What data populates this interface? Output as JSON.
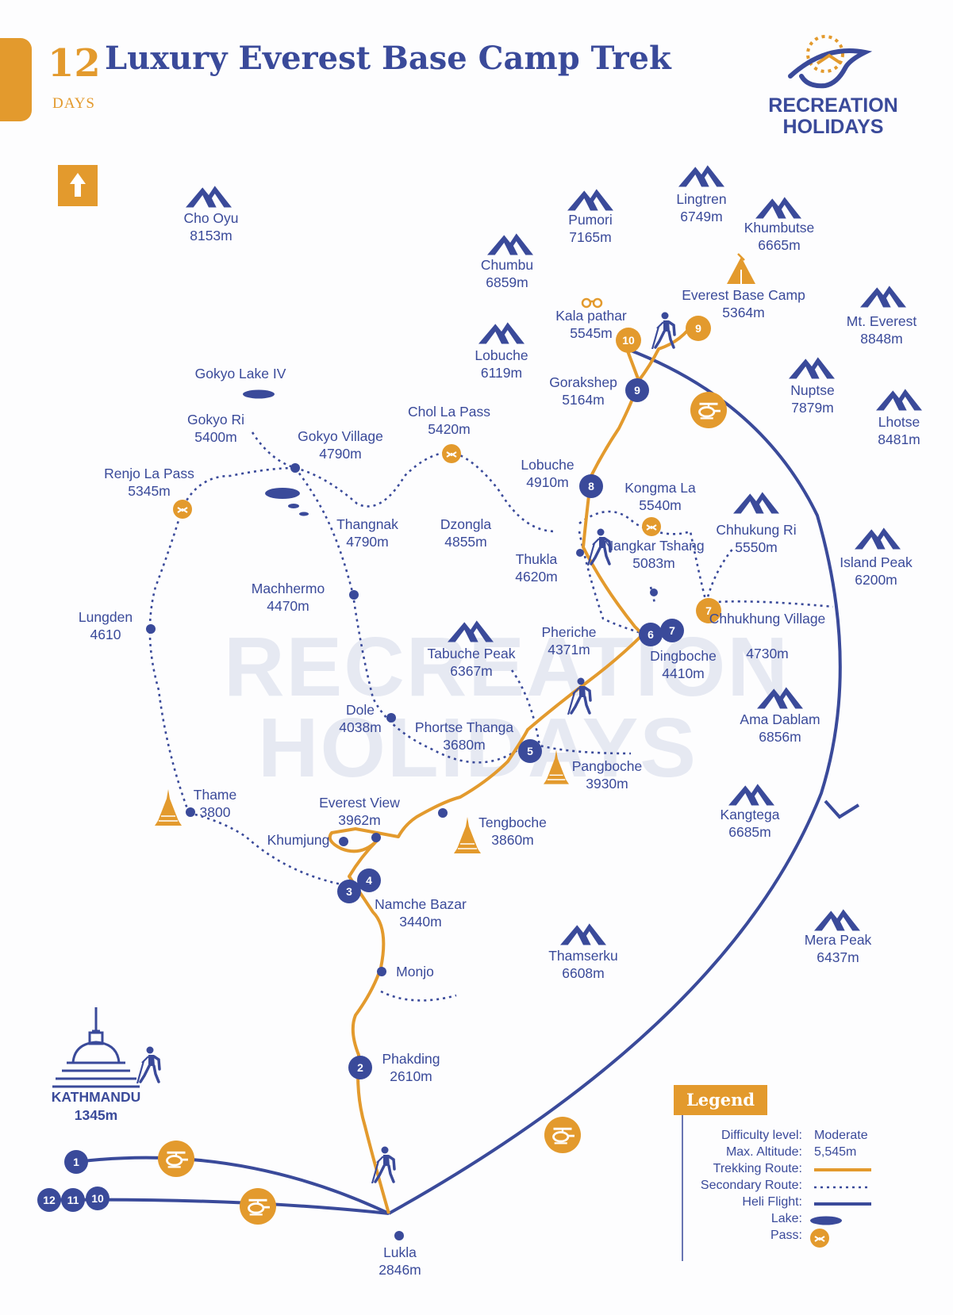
{
  "header": {
    "days_number": "12",
    "days_label": "DAYS",
    "title": "Luxury Everest Base Camp Trek",
    "brand_line1": "RECREATION",
    "brand_line2": "HOLIDAYS"
  },
  "watermark": {
    "line1": "RECREATION",
    "line2": "HOLIDAYS"
  },
  "colors": {
    "orange": "#e39a2d",
    "blue": "#3a4a9a",
    "watermark": "#e6e9f2"
  },
  "icons": [
    "north-arrow-icon",
    "mountain-icon",
    "binoculars-icon",
    "tent-icon",
    "pass-icon",
    "helicopter-icon",
    "hiker-icon",
    "monastery-icon",
    "stupa-icon"
  ],
  "peaks": [
    {
      "id": "cho-oyu",
      "name": "Cho Oyu",
      "alt": "8153m"
    },
    {
      "id": "pumori",
      "name": "Pumori",
      "alt": "7165m"
    },
    {
      "id": "lingtren",
      "name": "Lingtren",
      "alt": "6749m"
    },
    {
      "id": "khumbutse",
      "name": "Khumbutse",
      "alt": "6665m"
    },
    {
      "id": "chumbu",
      "name": "Chumbu",
      "alt": "6859m"
    },
    {
      "id": "mt-everest",
      "name": "Mt. Everest",
      "alt": "8848m"
    },
    {
      "id": "lobuche-peak",
      "name": "Lobuche",
      "alt": "6119m"
    },
    {
      "id": "nuptse",
      "name": "Nuptse",
      "alt": "7879m"
    },
    {
      "id": "lhotse",
      "name": "Lhotse",
      "alt": "8481m"
    },
    {
      "id": "chhukung-ri",
      "name": "Chhukung Ri",
      "alt": "5550m"
    },
    {
      "id": "island-peak",
      "name": "Island Peak",
      "alt": "6200m"
    },
    {
      "id": "tabuche-peak",
      "name": "Tabuche Peak",
      "alt": "6367m"
    },
    {
      "id": "ama-dablam",
      "name": "Ama Dablam",
      "alt": "6856m"
    },
    {
      "id": "kangtega",
      "name": "Kangtega",
      "alt": "6685m"
    },
    {
      "id": "thamserku",
      "name": "Thamserku",
      "alt": "6608m"
    },
    {
      "id": "mera-peak",
      "name": "Mera Peak",
      "alt": "6437m"
    }
  ],
  "places": [
    {
      "id": "everest-base-camp",
      "name": "Everest Base Camp",
      "alt": "5364m"
    },
    {
      "id": "kala-pathar",
      "name": "Kala pathar",
      "alt": "5545m"
    },
    {
      "id": "gorakshep",
      "name": "Gorakshep",
      "alt": "5164m"
    },
    {
      "id": "gokyo-lake-iv",
      "name": "Gokyo Lake IV",
      "alt": ""
    },
    {
      "id": "gokyo-ri",
      "name": "Gokyo Ri",
      "alt": "5400m"
    },
    {
      "id": "gokyo-village",
      "name": "Gokyo Village",
      "alt": "4790m"
    },
    {
      "id": "chol-la-pass",
      "name": "Chol La Pass",
      "alt": "5420m"
    },
    {
      "id": "renjo-la-pass",
      "name": "Renjo La Pass",
      "alt": "5345m"
    },
    {
      "id": "lobuche",
      "name": "Lobuche",
      "alt": "4910m"
    },
    {
      "id": "kongma-la",
      "name": "Kongma La",
      "alt": "5540m"
    },
    {
      "id": "thangnak",
      "name": "Thangnak",
      "alt": "4790m"
    },
    {
      "id": "dzongla",
      "name": "Dzongla",
      "alt": "4855m"
    },
    {
      "id": "thukla",
      "name": "Thukla",
      "alt": "4620m"
    },
    {
      "id": "nangkar-tshang",
      "name": "Nangkar Tshang",
      "alt": "5083m"
    },
    {
      "id": "machhermo",
      "name": "Machhermo",
      "alt": "4470m"
    },
    {
      "id": "lungden",
      "name": "Lungden",
      "alt": "4610"
    },
    {
      "id": "chhukhung-village",
      "name": "Chhukhung Village",
      "alt": "4730m"
    },
    {
      "id": "pheriche",
      "name": "Pheriche",
      "alt": "4371m"
    },
    {
      "id": "dingboche",
      "name": "Dingboche",
      "alt": "4410m"
    },
    {
      "id": "dole",
      "name": "Dole",
      "alt": "4038m"
    },
    {
      "id": "phortse-thanga",
      "name": "Phortse Thanga",
      "alt": "3680m"
    },
    {
      "id": "pangboche",
      "name": "Pangboche",
      "alt": "3930m"
    },
    {
      "id": "thame",
      "name": "Thame",
      "alt": "3800"
    },
    {
      "id": "everest-view",
      "name": "Everest View",
      "alt": "3962m"
    },
    {
      "id": "tengboche",
      "name": "Tengboche",
      "alt": "3860m"
    },
    {
      "id": "khumjung",
      "name": "Khumjung",
      "alt": ""
    },
    {
      "id": "namche-bazar",
      "name": "Namche Bazar",
      "alt": "3440m"
    },
    {
      "id": "monjo",
      "name": "Monjo",
      "alt": ""
    },
    {
      "id": "phakding",
      "name": "Phakding",
      "alt": "2610m"
    },
    {
      "id": "lukla",
      "name": "Lukla",
      "alt": "2846m"
    }
  ],
  "kathmandu": {
    "name": "KATHMANDU",
    "alt": "1345m"
  },
  "day_markers": [
    {
      "day": "1",
      "style": "blue"
    },
    {
      "day": "2",
      "style": "blue"
    },
    {
      "day": "3",
      "style": "blue"
    },
    {
      "day": "4",
      "style": "blue"
    },
    {
      "day": "5",
      "style": "blue"
    },
    {
      "day": "6",
      "style": "blue"
    },
    {
      "day": "7",
      "style": "blue"
    },
    {
      "day": "7",
      "style": "orange"
    },
    {
      "day": "8",
      "style": "blue"
    },
    {
      "day": "9",
      "style": "blue"
    },
    {
      "day": "9",
      "style": "orange"
    },
    {
      "day": "10",
      "style": "orange"
    },
    {
      "day": "12",
      "style": "blue"
    },
    {
      "day": "11",
      "style": "blue"
    },
    {
      "day": "10",
      "style": "blue"
    }
  ],
  "legend": {
    "title": "Legend",
    "difficulty_label": "Difficulty level:",
    "difficulty_value": "Moderate",
    "altitude_label": "Max. Altitude:",
    "altitude_value": "5,545m",
    "trekking_label": "Trekking Route:",
    "secondary_label": "Secondary Route:",
    "heli_label": "Heli Flight:",
    "lake_label": "Lake:",
    "pass_label": "Pass:"
  }
}
